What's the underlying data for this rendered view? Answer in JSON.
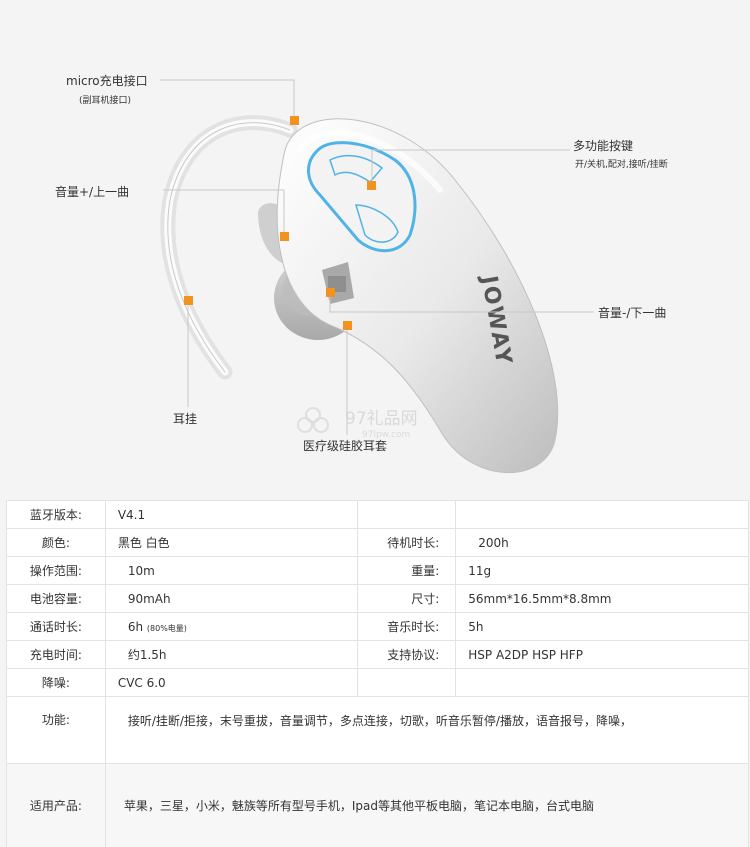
{
  "callouts": {
    "micro_port": "micro充电接口",
    "micro_port_sub": "(副耳机接口)",
    "multi_button": "多功能按键",
    "multi_button_sub": "开/关机,配对,接听/挂断",
    "volume_up": "音量+/上一曲",
    "volume_down": "音量-/下一曲",
    "ear_hook": "耳挂",
    "ear_tip": "医疗级硅胶耳套"
  },
  "brand_logo": "JOWAY",
  "watermark": {
    "name": "97礼品网",
    "url": "97lpw.com"
  },
  "colors": {
    "accent": "#f0941f",
    "leader": "#c8c8c8",
    "button_glow": "#4fb3e8"
  },
  "specs": {
    "bluetooth_label": "蓝牙版本:",
    "bluetooth_value": "V4.1",
    "color_label": "颜色:",
    "color_value": "黑色 白色",
    "standby_label": "待机时长:",
    "standby_value": "200h",
    "range_label": "操作范围:",
    "range_value": "10m",
    "weight_label": "重量:",
    "weight_value": "11g",
    "battery_label": "电池容量:",
    "battery_value": "90mAh",
    "size_label": "尺寸:",
    "size_value": "56mm*16.5mm*8.8mm",
    "talk_label": "通话时长:",
    "talk_value": "6h",
    "talk_note": "(80%电量)",
    "music_label": "音乐时长:",
    "music_value": "5h",
    "charge_label": "充电时间:",
    "charge_value": "约1.5h",
    "protocol_label": "支持协议:",
    "protocol_value": "HSP A2DP HSP HFP",
    "noise_label": "降噪:",
    "noise_value": "CVC 6.0",
    "function_label": "功能:",
    "function_value": "接听/挂断/拒接，末号重拔，音量调节，多点连接，切歌，听音乐暂停/播放，语音报号，降噪，",
    "products_label": "适用产品:",
    "products_value": "苹果，三星，小米，魅族等所有型号手机，Ipad等其他平板电脑，笔记本电脑，台式电脑"
  }
}
